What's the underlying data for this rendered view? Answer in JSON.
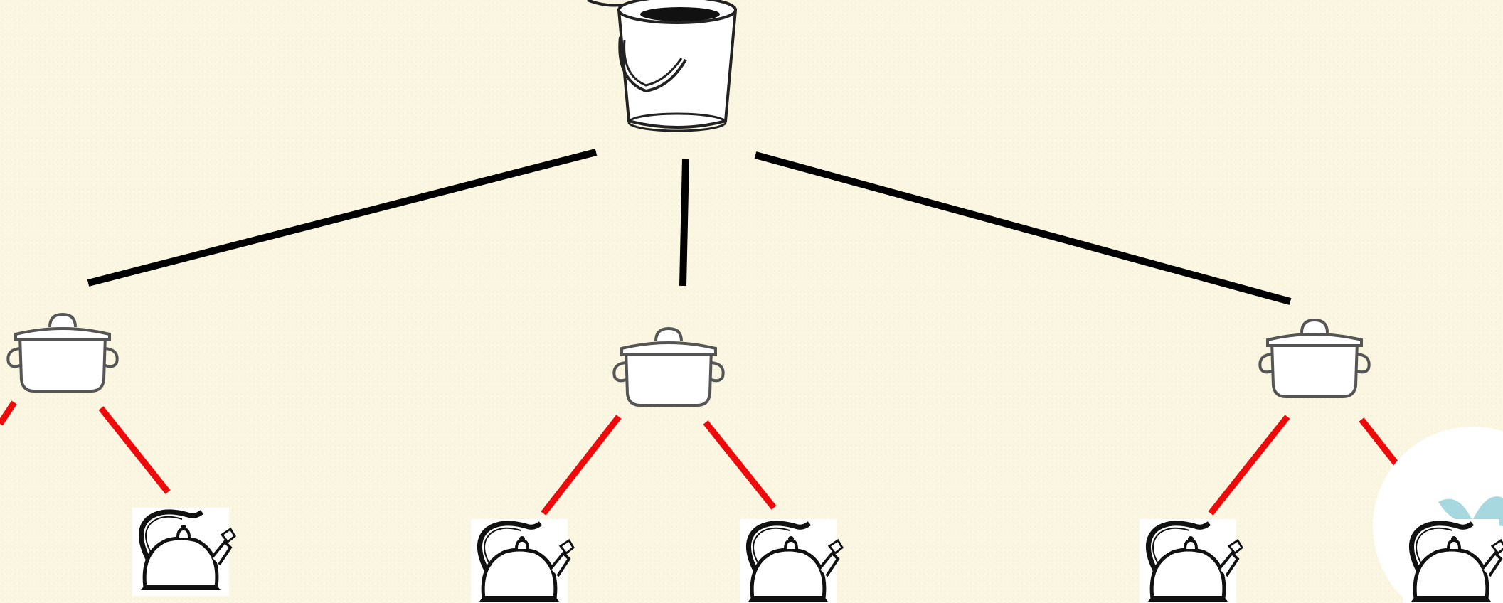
{
  "diagram": {
    "root": {
      "icon": "bucket-icon"
    },
    "level1": [
      {
        "icon": "pot-icon"
      },
      {
        "icon": "pot-icon"
      },
      {
        "icon": "pot-icon"
      }
    ],
    "level2": [
      {
        "icon": "kettle-icon",
        "parent": 0
      },
      {
        "icon": "kettle-icon",
        "parent": 1
      },
      {
        "icon": "kettle-icon",
        "parent": 1
      },
      {
        "icon": "kettle-icon",
        "parent": 2
      },
      {
        "icon": "kettle-icon",
        "parent": 2
      }
    ],
    "colors": {
      "background": "#faf6e1",
      "root_edges": "#000000",
      "child_edges": "#ee0a0a",
      "icon_outline": "#222222",
      "icon_fill": "#ffffff",
      "badge_fill": "#ffffff",
      "badge_accent": "#a8d8df"
    }
  }
}
